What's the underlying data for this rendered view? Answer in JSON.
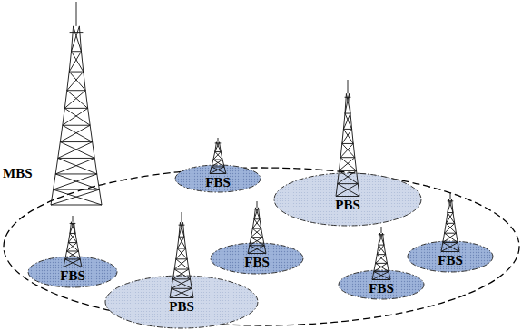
{
  "diagram": {
    "nodes": [
      {
        "text": [
          "MBS"
        ]
      },
      {
        "text": [
          "FBS"
        ],
        "in": 0
      },
      {
        "text": [
          "PBS"
        ],
        "in": 0
      },
      {
        "text": [
          "FBS"
        ],
        "in": 0
      },
      {
        "text": [
          "FBS"
        ],
        "in": 0
      },
      {
        "text": [
          "FBS"
        ],
        "in": 0
      },
      {
        "text": [
          "FBS"
        ],
        "in": 0
      },
      {
        "text": [
          "PBS"
        ],
        "in": 0
      }
    ]
  }
}
